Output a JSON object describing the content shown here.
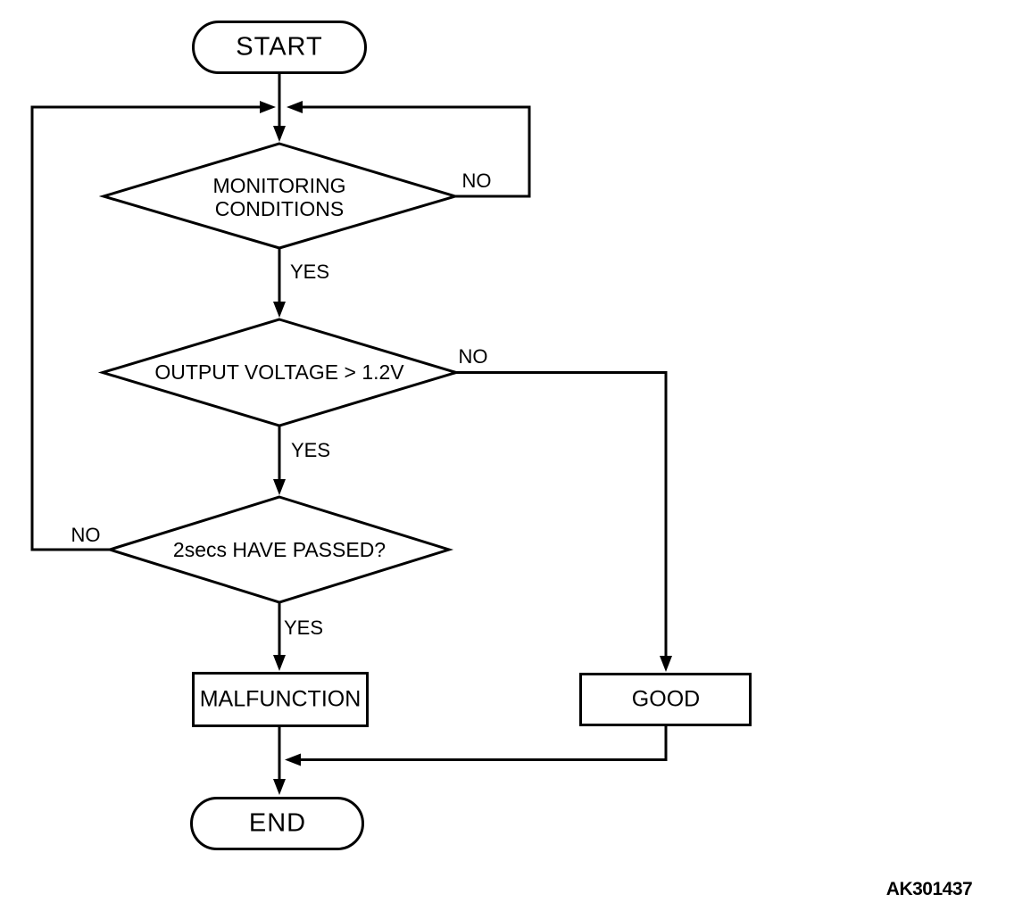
{
  "figure_code": "AK301437",
  "diagram": {
    "type": "flowchart",
    "colors": {
      "line": "#000000",
      "background": "#ffffff",
      "text": "#000000"
    },
    "nodes": {
      "start": {
        "label": "START",
        "shape": "terminator"
      },
      "monitoring": {
        "line1": "MONITORING",
        "line2": "CONDITIONS",
        "shape": "decision"
      },
      "output_voltage": {
        "label": "OUTPUT VOLTAGE > 1.2V",
        "shape": "decision"
      },
      "two_secs": {
        "label": "2secs HAVE PASSED?",
        "shape": "decision"
      },
      "malfunction": {
        "label": "MALFUNCTION",
        "shape": "process"
      },
      "good": {
        "label": "GOOD",
        "shape": "process"
      },
      "end": {
        "label": "END",
        "shape": "terminator"
      }
    },
    "edges": {
      "monitoring_no": {
        "label": "NO",
        "from": "monitoring",
        "to": "loop-top-junction"
      },
      "monitoring_yes": {
        "label": "YES",
        "from": "monitoring",
        "to": "output_voltage"
      },
      "output_no": {
        "label": "NO",
        "from": "output_voltage",
        "to": "good"
      },
      "output_yes": {
        "label": "YES",
        "from": "output_voltage",
        "to": "two_secs"
      },
      "two_secs_no": {
        "label": "NO",
        "from": "two_secs",
        "to": "loop-top-junction"
      },
      "two_secs_yes": {
        "label": "YES",
        "from": "two_secs",
        "to": "malfunction"
      }
    }
  }
}
